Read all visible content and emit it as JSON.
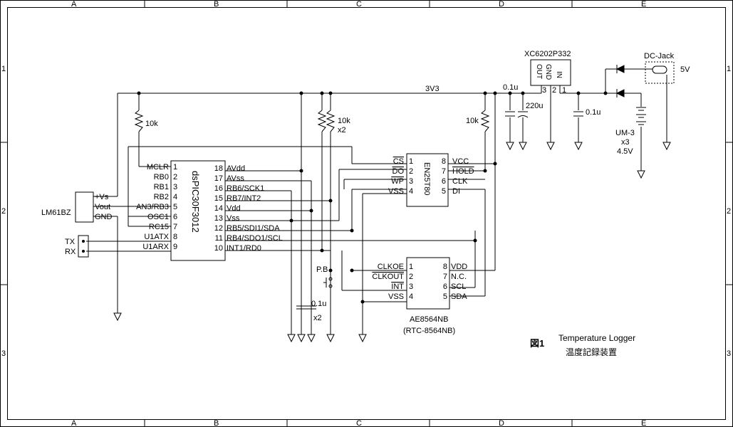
{
  "border": {
    "cols": [
      "A",
      "B",
      "C",
      "D",
      "E"
    ],
    "rows": [
      "1",
      "2",
      "3"
    ]
  },
  "supply": {
    "rail": "3V3",
    "vin": "5V"
  },
  "sensor": {
    "name": "LM61BZ",
    "pins": [
      "+Vs",
      "Vout",
      "GND"
    ]
  },
  "serial": {
    "tx": "TX",
    "rx": "RX"
  },
  "mcu": {
    "name": "dsPIC30F3012",
    "left_pins": [
      {
        "num": "1",
        "label": "MCLR"
      },
      {
        "num": "2",
        "label": "RB0"
      },
      {
        "num": "3",
        "label": "RB1"
      },
      {
        "num": "4",
        "label": "RB2"
      },
      {
        "num": "5",
        "label": "AN3/RB3"
      },
      {
        "num": "6",
        "label": "OSC1"
      },
      {
        "num": "7",
        "label": "RC15"
      },
      {
        "num": "8",
        "label": "U1ATX"
      },
      {
        "num": "9",
        "label": "U1ARX"
      }
    ],
    "right_pins": [
      {
        "num": "18",
        "label": "AVdd"
      },
      {
        "num": "17",
        "label": "AVss"
      },
      {
        "num": "16",
        "label": "RB6/SCK1"
      },
      {
        "num": "15",
        "label": "RB7/INT2"
      },
      {
        "num": "14",
        "label": "Vdd"
      },
      {
        "num": "13",
        "label": "Vss"
      },
      {
        "num": "12",
        "label": "RB5/SDI1/SDA"
      },
      {
        "num": "11",
        "label": "RB4/SDO1/SCL"
      },
      {
        "num": "10",
        "label": "INT1/RD0"
      }
    ]
  },
  "eeprom": {
    "name": "EN25T80",
    "left_pins": [
      {
        "num": "1",
        "label": "CS"
      },
      {
        "num": "2",
        "label": "DO"
      },
      {
        "num": "3",
        "label": "WP"
      },
      {
        "num": "4",
        "label": "VSS"
      }
    ],
    "right_pins": [
      {
        "num": "8",
        "label": "VCC"
      },
      {
        "num": "7",
        "label": "HOLD"
      },
      {
        "num": "6",
        "label": "CLK"
      },
      {
        "num": "5",
        "label": "DI"
      }
    ]
  },
  "rtc": {
    "name": "AE8564NB",
    "subname": "(RTC-8564NB)",
    "left_pins": [
      {
        "num": "1",
        "label": "CLKOE"
      },
      {
        "num": "2",
        "label": "CLKOUT"
      },
      {
        "num": "3",
        "label": "INT"
      },
      {
        "num": "4",
        "label": "VSS"
      }
    ],
    "right_pins": [
      {
        "num": "8",
        "label": "VDD"
      },
      {
        "num": "7",
        "label": "N.C."
      },
      {
        "num": "6",
        "label": "SCL"
      },
      {
        "num": "5",
        "label": "SDA"
      }
    ]
  },
  "regulator": {
    "name": "XC6202P332",
    "pins": [
      "OUT",
      "GND",
      "IN"
    ],
    "nums": [
      "3",
      "2",
      "1"
    ]
  },
  "power": {
    "jack": "DC-Jack",
    "battery": "UM-3",
    "battery_count": "x3",
    "battery_voltage": "4.5V"
  },
  "passives": {
    "r_mclr": "10k",
    "r_pullup": "10k",
    "r_pullup_count": "x2",
    "r_eeprom": "10k",
    "c_in": "0.1u",
    "c_elec": "220u",
    "c_out": "0.1u",
    "c_dec": "0.1u",
    "c_dec_count": "x2"
  },
  "button": "P.B",
  "caption": {
    "fig": "図1",
    "title_en": "Temperature Logger",
    "title_jp": "温度記録装置"
  }
}
